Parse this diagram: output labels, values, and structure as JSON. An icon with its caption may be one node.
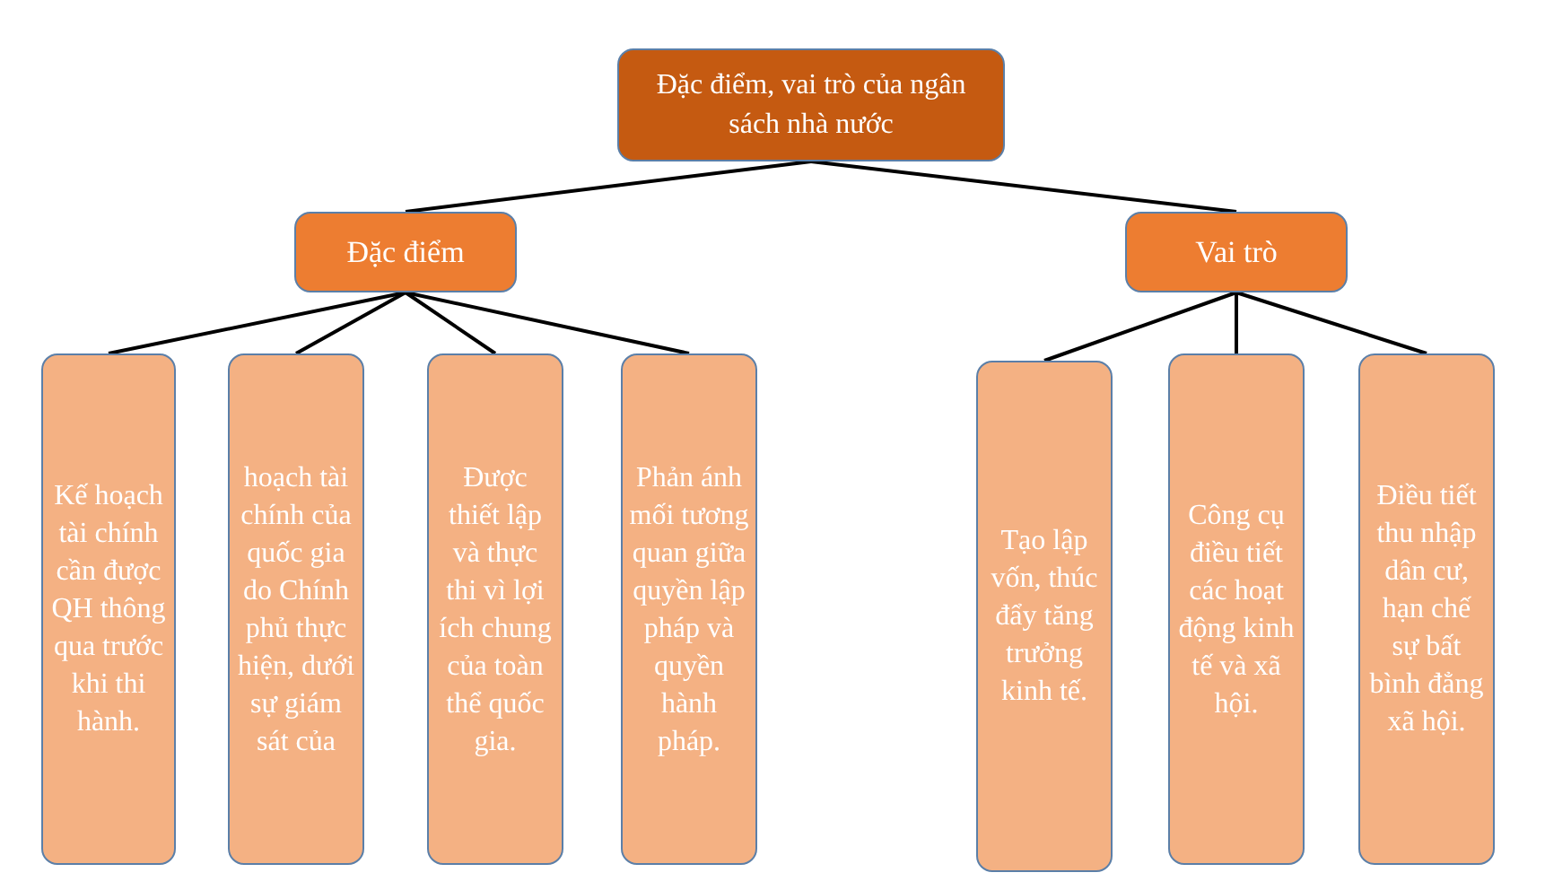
{
  "diagram": {
    "nodes": [
      {
        "text": [
          "Đặc điểm, vai trò của ngân sách nhà nước"
        ]
      },
      {
        "text": [
          "Đặc điểm"
        ]
      },
      {
        "text": [
          "Vai trò"
        ]
      },
      {
        "text": [
          "Kế hoạch tài chính cần được QH thông qua trước khi thi hành."
        ]
      },
      {
        "text": [
          "hoạch tài chính của quốc gia do Chính phủ thực hiện, dưới sự giám sát của"
        ]
      },
      {
        "text": [
          "Được thiết lập và thực thi vì lợi ích chung của toàn thể quốc gia."
        ]
      },
      {
        "text": [
          "Phản ánh mối tương quan giữa quyền lập pháp và quyền hành pháp."
        ]
      },
      {
        "text": [
          "Tạo lập vốn, thúc đẩy tăng trưởng kinh tế."
        ]
      },
      {
        "text": [
          "Công cụ điều tiết các hoạt động kinh tế và xã hội."
        ]
      },
      {
        "text": [
          "Điều tiết thu nhập dân cư, hạn chế sự bất bình đẳng xã hội."
        ]
      }
    ],
    "edges": [
      {
        "from": 0,
        "to": 1,
        "arrow": "none"
      },
      {
        "from": 0,
        "to": 2,
        "arrow": "none"
      },
      {
        "from": 1,
        "to": 3,
        "arrow": "none"
      },
      {
        "from": 1,
        "to": 4,
        "arrow": "none"
      },
      {
        "from": 1,
        "to": 5,
        "arrow": "none"
      },
      {
        "from": 1,
        "to": 6,
        "arrow": "none"
      },
      {
        "from": 2,
        "to": 7,
        "arrow": "none"
      },
      {
        "from": 2,
        "to": 8,
        "arrow": "none"
      },
      {
        "from": 2,
        "to": 9,
        "arrow": "none"
      }
    ]
  }
}
